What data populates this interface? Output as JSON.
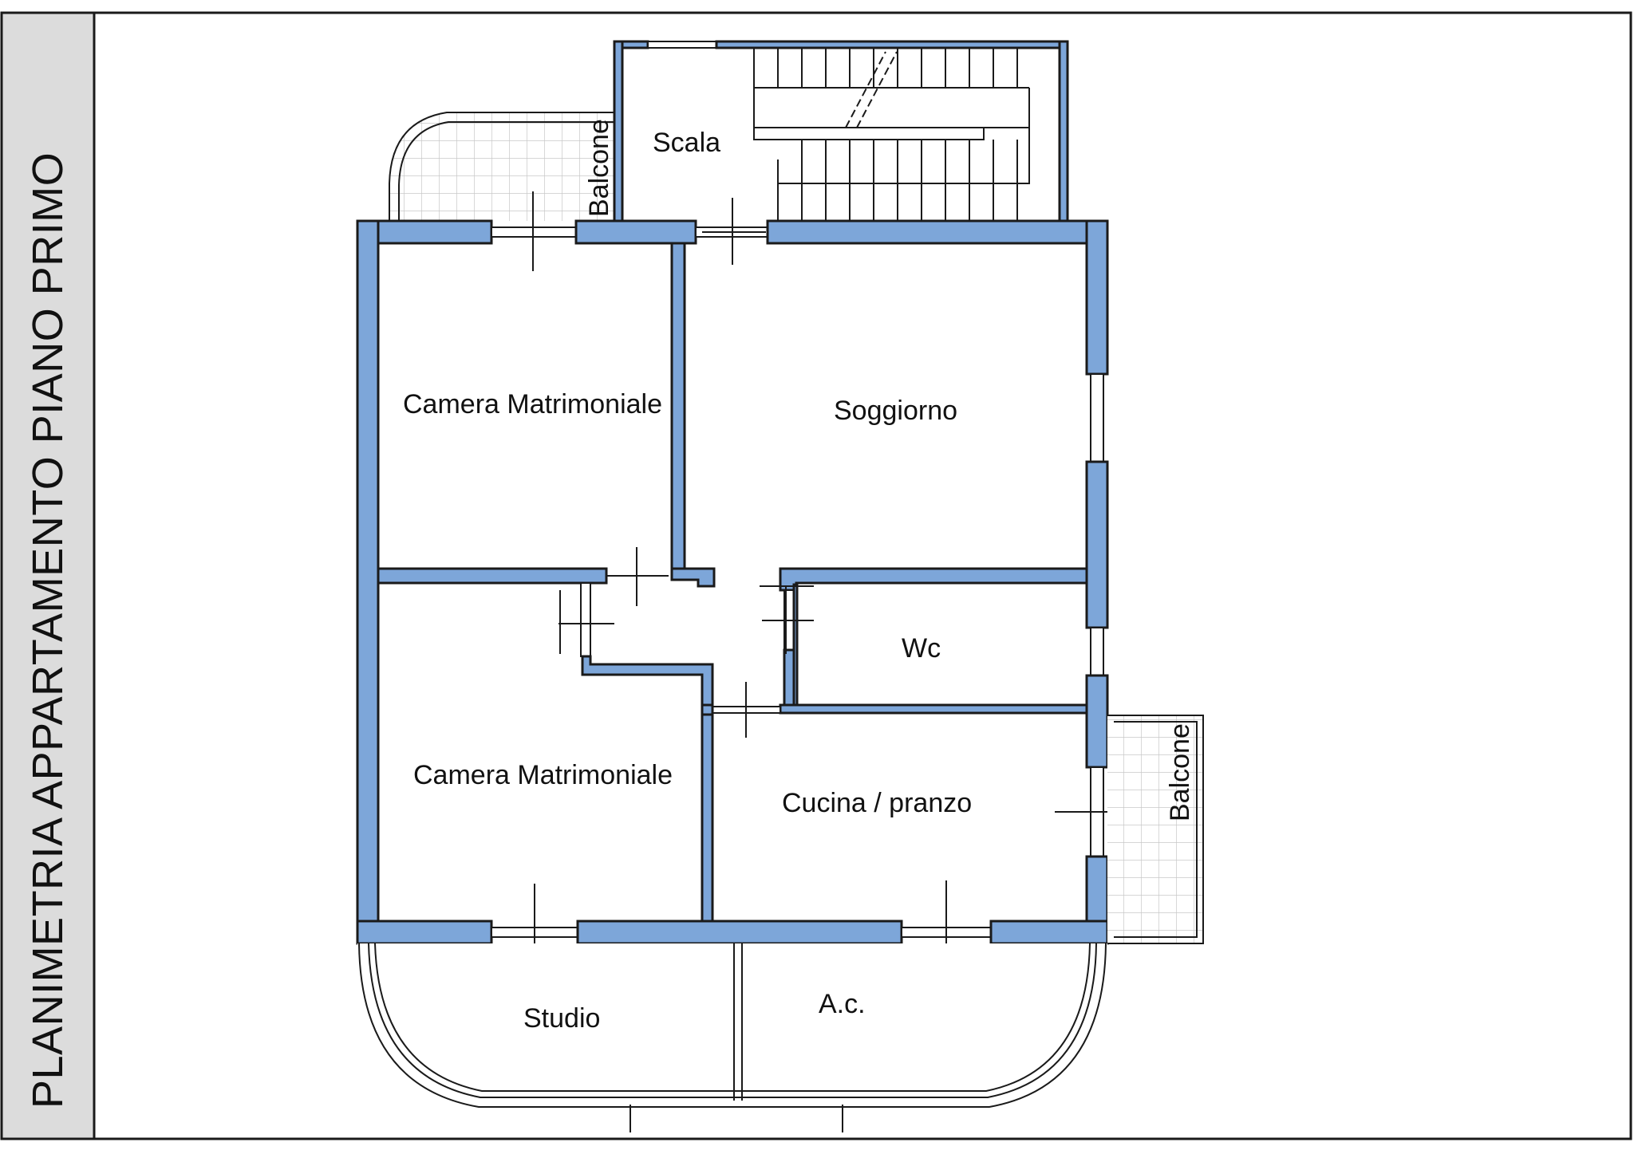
{
  "drawing": {
    "title": "PLANIMETRIA APPARTAMENTO PIANO PRIMO",
    "wall_color": "#7da6d9"
  },
  "rooms": {
    "scala": "Scala",
    "balcone_top": "Balcone",
    "camera_1": "Camera Matrimoniale",
    "soggiorno": "Soggiorno",
    "wc": "Wc",
    "camera_2": "Camera Matrimoniale",
    "cucina": "Cucina / pranzo",
    "balcone_right": "Balcone",
    "studio": "Studio",
    "ac": "A.c."
  }
}
